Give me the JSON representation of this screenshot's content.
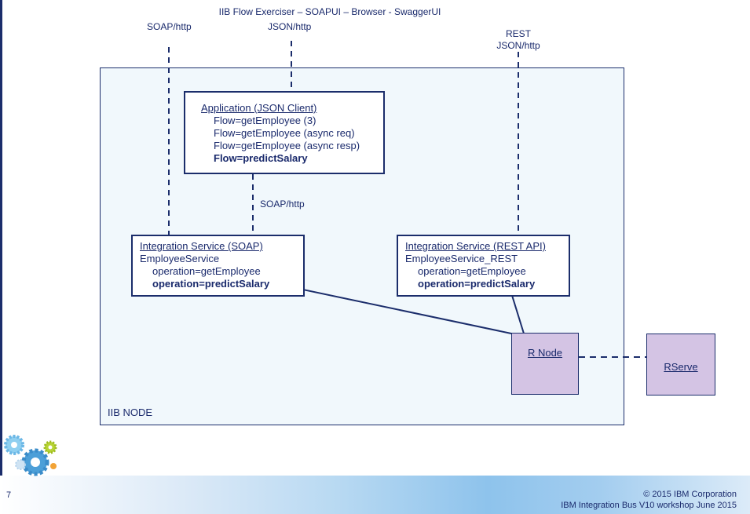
{
  "top_labels": {
    "clients": "IIB Flow Exerciser – SOAPUI – Browser - SwaggerUI",
    "soap_http": "SOAP/http",
    "json_http": "JSON/http",
    "rest": "REST",
    "rest_json_http": "JSON/http",
    "mid_soap_http": "SOAP/http"
  },
  "node_label": "IIB NODE",
  "app_box": {
    "title": "Application (JSON Client)",
    "flows": [
      "Flow=getEmployee (3)",
      "Flow=getEmployee (async req)",
      "Flow=getEmployee (async resp)"
    ],
    "bold_flow": "Flow=predictSalary"
  },
  "soap_box": {
    "title": "Integration Service (SOAP)",
    "service": "EmployeeService",
    "op1": "operation=getEmployee",
    "op2": "operation=predictSalary"
  },
  "rest_box": {
    "title": "Integration Service (REST API)",
    "service": "EmployeeService_REST",
    "op1": "operation=getEmployee",
    "op2": "operation=predictSalary"
  },
  "r_node": "R Node",
  "rserve": "RServe",
  "footer": {
    "page_number": "7",
    "copyright": "© 2015 IBM Corporation",
    "event": "IBM Integration Bus V10 workshop June 2015"
  },
  "colors": {
    "navy": "#1b2d6b",
    "node_fill": "#f1f8fc",
    "purple": "#d4c4e4"
  }
}
